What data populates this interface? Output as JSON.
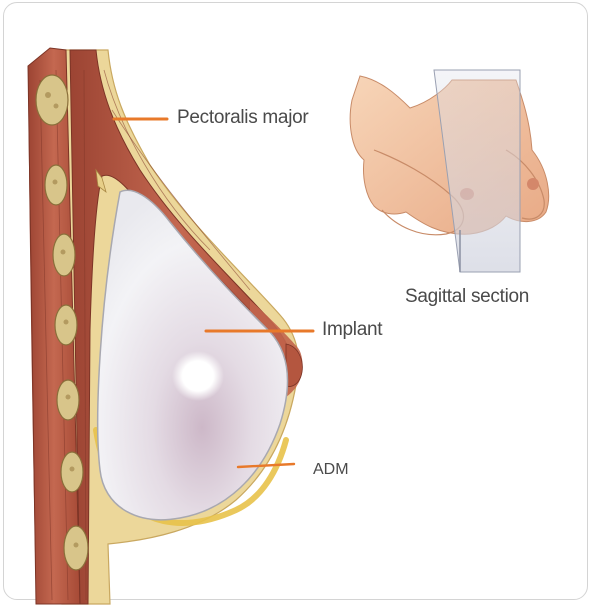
{
  "labels": {
    "pectoralis_major": "Pectoralis major",
    "implant": "Implant",
    "adm": "ADM",
    "sagittal_section": "Sagittal section"
  },
  "colors": {
    "leader_line": "#e8792a",
    "muscle": "#b5553e",
    "fat_layer": "#ecd79a",
    "implant_shell": "#e4e4ea",
    "skin": "#f2c3a1"
  }
}
